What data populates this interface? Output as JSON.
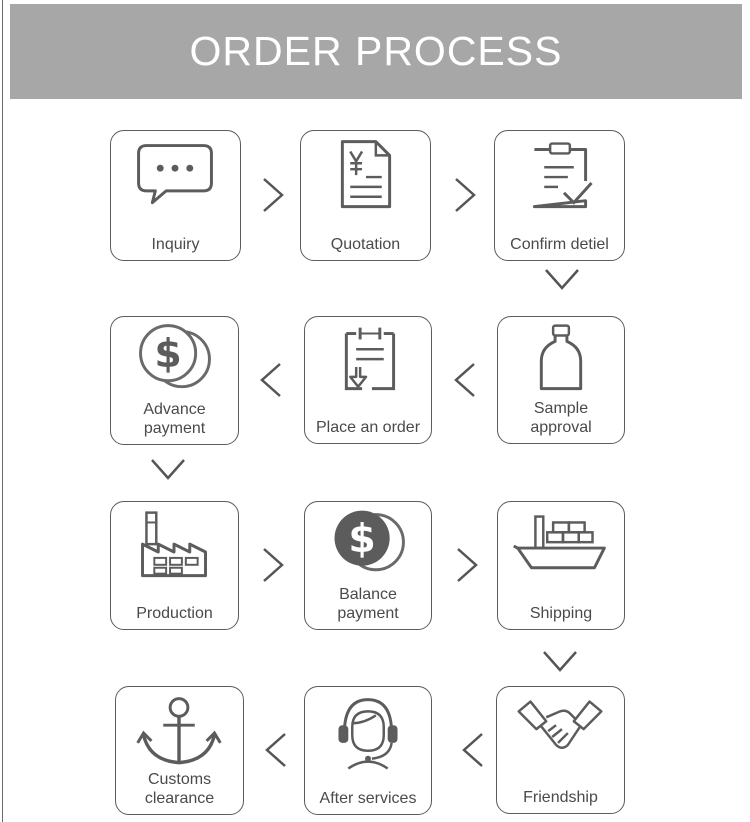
{
  "banner": {
    "title": "ORDER PROCESS"
  },
  "colors": {
    "banner": "#a7a7a7",
    "stroke": "#5c5c5c",
    "text": "#4a4a4a"
  },
  "steps": [
    {
      "lines": [
        "Inquiry"
      ],
      "icon": "chat-bubble-icon"
    },
    {
      "lines": [
        "Quotation"
      ],
      "icon": "yen-document-icon"
    },
    {
      "lines": [
        "Confirm detiel"
      ],
      "icon": "clipboard-check-icon"
    },
    {
      "lines": [
        "Sample",
        "approval"
      ],
      "icon": "bottle-icon"
    },
    {
      "lines": [
        "Place an order"
      ],
      "icon": "clipboard-download-icon"
    },
    {
      "lines": [
        "Advance",
        "payment"
      ],
      "icon": "dollar-coin-icon"
    },
    {
      "lines": [
        "Production"
      ],
      "icon": "factory-icon"
    },
    {
      "lines": [
        "Balance",
        "payment"
      ],
      "icon": "dollar-coin-icon"
    },
    {
      "lines": [
        "Shipping"
      ],
      "icon": "cargo-ship-icon"
    },
    {
      "lines": [
        "Friendship"
      ],
      "icon": "handshake-icon"
    },
    {
      "lines": [
        "After services"
      ],
      "icon": "headset-agent-icon"
    },
    {
      "lines": [
        "Customs",
        "clearance"
      ],
      "icon": "anchor-icon"
    }
  ]
}
